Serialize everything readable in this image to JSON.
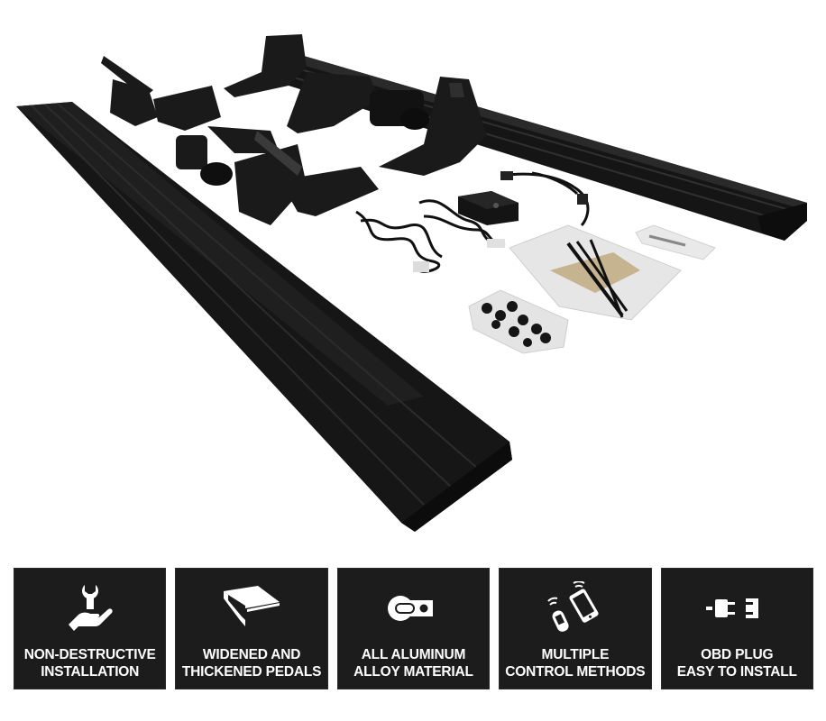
{
  "product": {
    "description": "Electric running board kit: two black aluminum step boards, motorized mounting brackets, wiring harnesses, control module, hardware bags"
  },
  "features": [
    {
      "icon": "hand-wrench-icon",
      "line1": "NON-DESTRUCTIVE",
      "line2": "INSTALLATION"
    },
    {
      "icon": "pedal-board-icon",
      "line1": "WIDENED AND",
      "line2": "THICKENED PEDALS"
    },
    {
      "icon": "aluminum-material-icon",
      "line1": "ALL ALUMINUM",
      "line2": "ALLOY MATERIAL"
    },
    {
      "icon": "remote-phone-icon",
      "line1": "MULTIPLE",
      "line2": "CONTROL METHODS"
    },
    {
      "icon": "obd-plug-icon",
      "line1": "OBD PLUG",
      "line2": "EASY TO INSTALL"
    }
  ],
  "colors": {
    "tile_background": "#1c1c1c",
    "tile_text": "#ffffff",
    "page_background": "#ffffff"
  }
}
